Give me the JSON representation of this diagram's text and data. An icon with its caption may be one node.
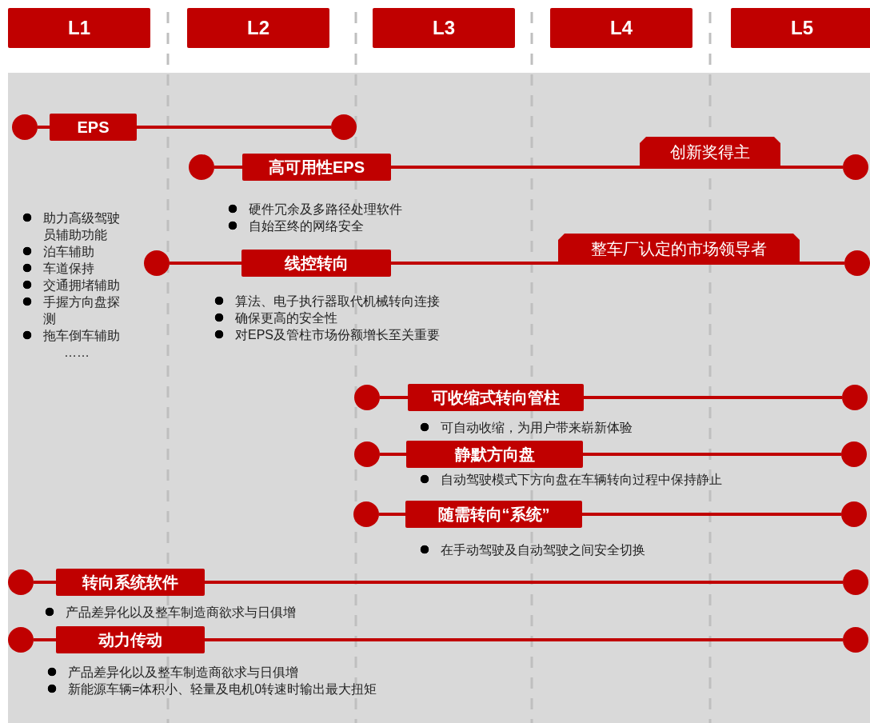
{
  "diagram": {
    "nodes": [
      {
        "text": [
          "L1"
        ]
      },
      {
        "text": [
          "L2"
        ]
      },
      {
        "text": [
          "L3"
        ]
      },
      {
        "text": [
          "L4"
        ]
      },
      {
        "text": [
          "L5"
        ]
      },
      {
        "text": [],
        "shape": "circle"
      },
      {
        "text": [
          "EPS"
        ],
        "beside": [
          "助力高级驾驶员辅助功能",
          "泊车辅助",
          "车道保持",
          "交通拥堵辅助",
          "手握方向盘探测",
          "拖车倒车辅助"
        ]
      },
      {
        "text": [],
        "shape": "circle"
      },
      {
        "text": [],
        "shape": "circle"
      },
      {
        "text": [
          "高可用性EPS"
        ],
        "beside": [
          "硬件冗余及多路径处理软件",
          "自始至终的网络安全"
        ]
      },
      {
        "text": [
          "创新奖得主"
        ]
      },
      {
        "text": [],
        "shape": "circle"
      },
      {
        "text": [],
        "shape": "circle"
      },
      {
        "text": [
          "线控转向"
        ],
        "beside": [
          "算法、电子执行器取代机械转向连接",
          "确保更高的安全性",
          "对EPS及管柱市场份额增长至关重要"
        ]
      },
      {
        "text": [
          "整车厂认定的市场领导者"
        ]
      },
      {
        "text": [],
        "shape": "circle"
      },
      {
        "text": [],
        "shape": "circle"
      },
      {
        "text": [
          "可收缩式转向管柱"
        ],
        "beside": [
          "可自动收缩，为用户带来崭新体验"
        ]
      },
      {
        "text": [],
        "shape": "circle"
      },
      {
        "text": [],
        "shape": "circle"
      },
      {
        "text": [
          "静默方向盘"
        ],
        "beside": [
          "自动驾驶模式下方向盘在车辆转向过程中保持静止"
        ]
      },
      {
        "text": [],
        "shape": "circle"
      },
      {
        "text": [],
        "shape": "circle"
      },
      {
        "text": [
          "随需转向“系统”"
        ],
        "beside": [
          "在手动驾驶及自动驾驶之间安全切换"
        ]
      },
      {
        "text": [],
        "shape": "circle"
      },
      {
        "text": [],
        "shape": "circle"
      },
      {
        "text": [
          "转向系统软件"
        ],
        "beside": [
          "产品差异化以及整车制造商欲求与日俱增"
        ]
      },
      {
        "text": [],
        "shape": "circle"
      },
      {
        "text": [],
        "shape": "circle"
      },
      {
        "text": [
          "动力传动"
        ],
        "beside": [
          "产品差异化以及整车制造商欲求与日俱增",
          "新能源车辆=体积小、轻量及电机0转速时输出最大扭矩"
        ]
      },
      {
        "text": [],
        "shape": "circle"
      }
    ],
    "edges": [
      {
        "from": 5,
        "to": 6,
        "arrow": "none"
      },
      {
        "from": 6,
        "to": 7,
        "arrow": "none"
      },
      {
        "from": 8,
        "to": 9,
        "arrow": "none"
      },
      {
        "from": 9,
        "to": 11,
        "arrow": "none"
      },
      {
        "from": 12,
        "to": 13,
        "arrow": "none"
      },
      {
        "from": 13,
        "to": 15,
        "arrow": "none"
      },
      {
        "from": 16,
        "to": 17,
        "arrow": "none"
      },
      {
        "from": 17,
        "to": 18,
        "arrow": "none"
      },
      {
        "from": 19,
        "to": 20,
        "arrow": "none"
      },
      {
        "from": 20,
        "to": 21,
        "arrow": "none"
      },
      {
        "from": 22,
        "to": 23,
        "arrow": "none"
      },
      {
        "from": 23,
        "to": 24,
        "arrow": "none"
      },
      {
        "from": 25,
        "to": 26,
        "arrow": "none"
      },
      {
        "from": 26,
        "to": 27,
        "arrow": "none"
      },
      {
        "from": 28,
        "to": 29,
        "arrow": "none"
      },
      {
        "from": 29,
        "to": 30,
        "arrow": "none"
      }
    ],
    "labels": [
      "……"
    ]
  }
}
